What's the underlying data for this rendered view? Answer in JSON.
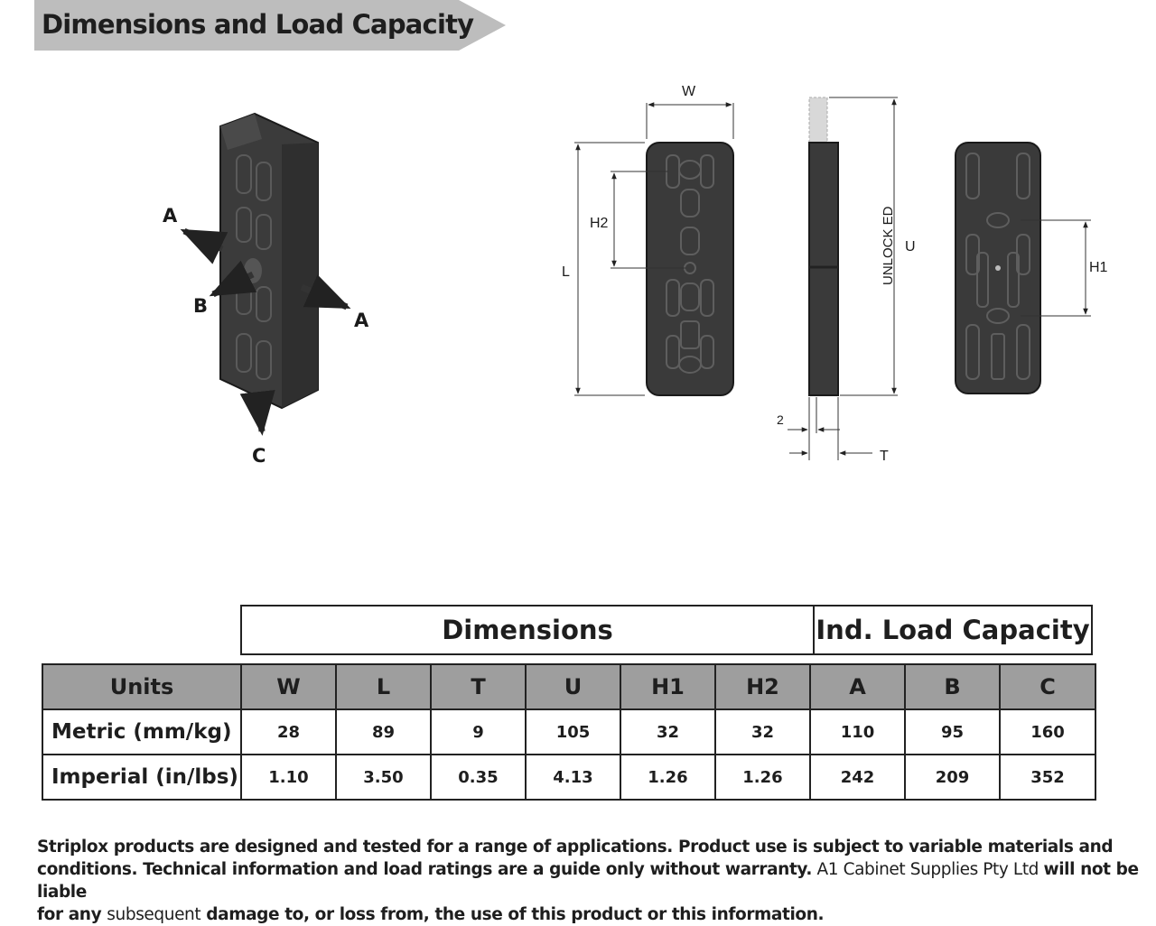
{
  "header": {
    "title": "Dimensions and Load Capacity"
  },
  "figure": {
    "iso_labels": {
      "a_top": "A",
      "b": "B",
      "a_right": "A",
      "c": "C"
    },
    "front_labels": {
      "w": "W",
      "l": "L",
      "h2": "H2"
    },
    "side_labels": {
      "unlocked": "UNLOCK ED",
      "u": "U",
      "two": "2",
      "t": "T"
    },
    "back_labels": {
      "h1": "H1"
    }
  },
  "table": {
    "group_headers": {
      "dimensions": "Dimensions",
      "load": "Ind. Load Capacity"
    },
    "columns": [
      "Units",
      "W",
      "L",
      "T",
      "U",
      "H1",
      "H2",
      "A",
      "B",
      "C"
    ],
    "rows": [
      {
        "unit": "Metric (mm/kg)",
        "values": [
          "28",
          "89",
          "9",
          "105",
          "32",
          "32",
          "110",
          "95",
          "160"
        ]
      },
      {
        "unit": "Imperial (in/lbs)",
        "values": [
          "1.10",
          "3.50",
          "0.35",
          "4.13",
          "1.26",
          "1.26",
          "242",
          "209",
          "352"
        ]
      }
    ]
  },
  "footer": {
    "line1": "Striplox products are designed and tested for a range of applications. Product use is subject to variable materials and",
    "line2a": "conditions. Technical information and load ratings are a guide only without warranty.",
    "line2b": " A1 Cabinet Supplies Pty Ltd ",
    "line2c": "will not be liable",
    "line3a": "for any ",
    "line3b": "subsequent",
    "line3c": " damage to, or loss from, the use of this product or this information."
  }
}
